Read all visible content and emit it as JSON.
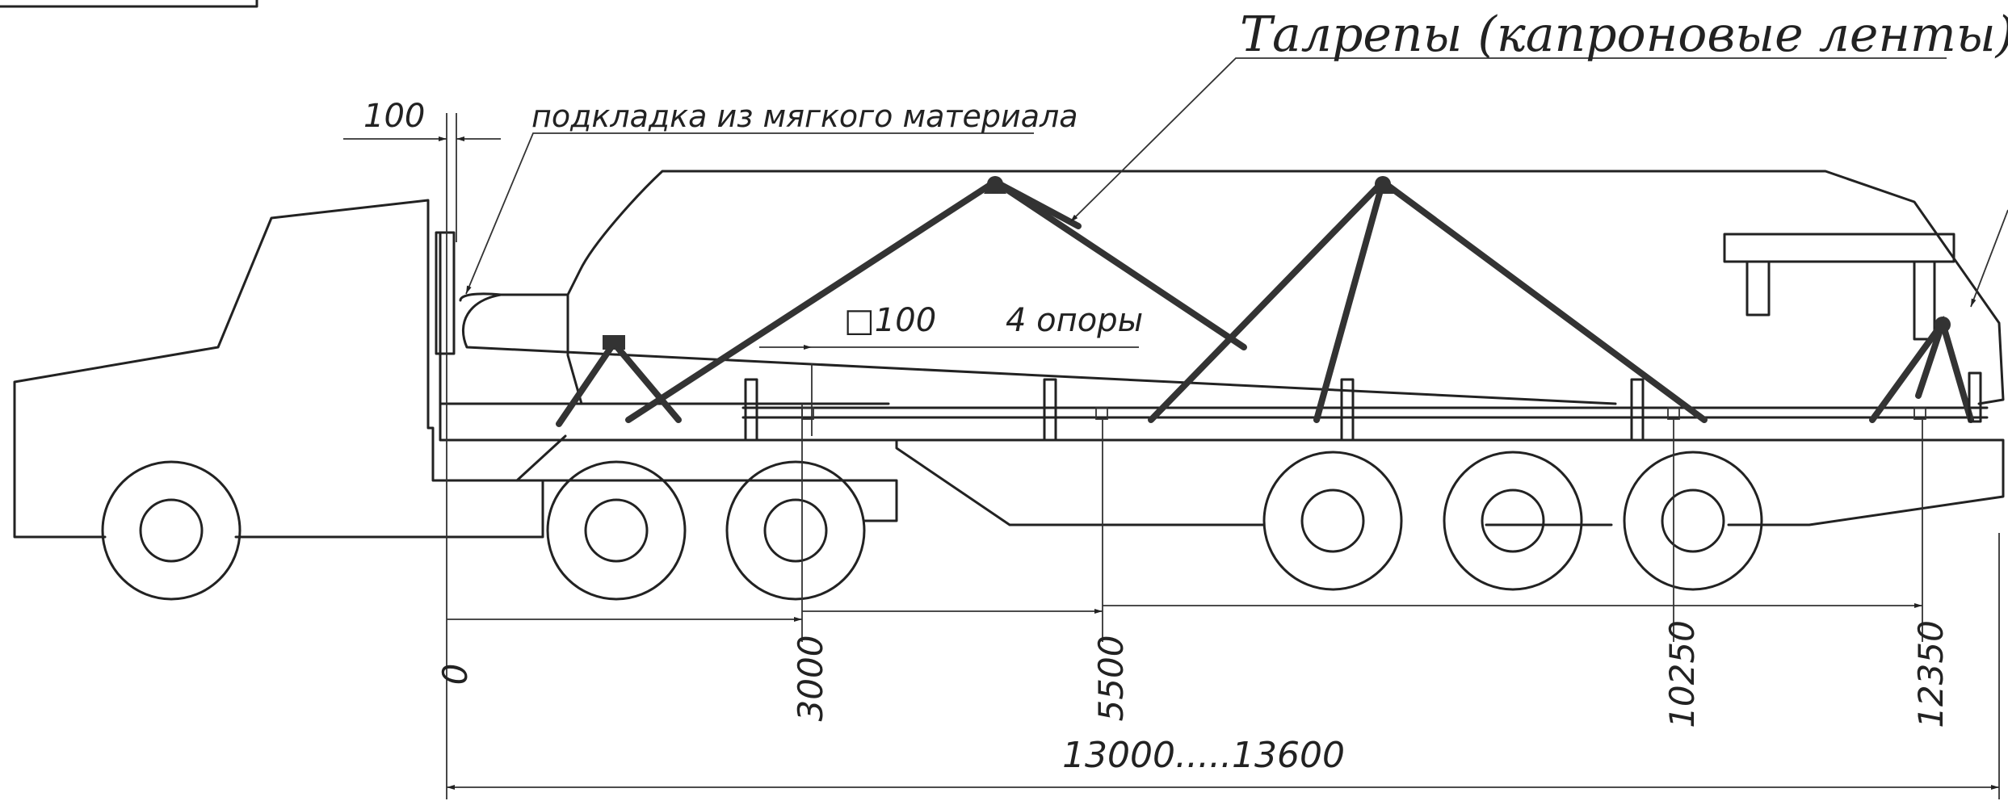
{
  "labels": {
    "lashings": "Талрепы (капроновые ленты)",
    "soft_pad": "подкладка из мягкого материала",
    "support_size": "□100",
    "supports_count": "4 опоры",
    "pad_dim": "100"
  },
  "dimensions": {
    "origin": "0",
    "marks": [
      "3000",
      "5500",
      "10250",
      "12350"
    ],
    "overall": "13000.....13600"
  }
}
